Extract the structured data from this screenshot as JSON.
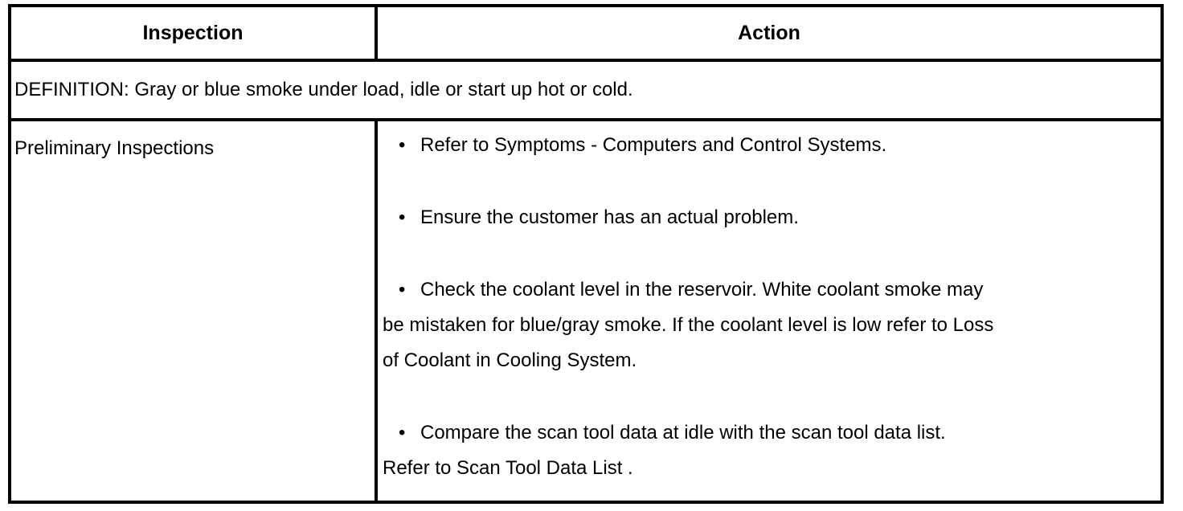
{
  "colors": {
    "text": "#000000",
    "border": "#000000",
    "background": "#ffffff"
  },
  "icons": {
    "bullet": "•"
  },
  "table": {
    "headers": {
      "inspection": "Inspection",
      "action": "Action"
    },
    "definition": "DEFINITION: Gray or blue smoke under load, idle or start up hot or cold.",
    "row": {
      "inspection": "Preliminary Inspections",
      "action_items": [
        "Refer to Symptoms - Computers and Control Systems.",
        "Ensure the customer has an actual problem.",
        "Check the coolant level in the reservoir. White coolant smoke may\nbe mistaken for blue/gray smoke. If the coolant level is low refer to Loss\nof Coolant in Cooling System.",
        "Compare the scan tool data at idle with the scan tool data list.\nRefer to Scan Tool Data List ."
      ]
    }
  }
}
